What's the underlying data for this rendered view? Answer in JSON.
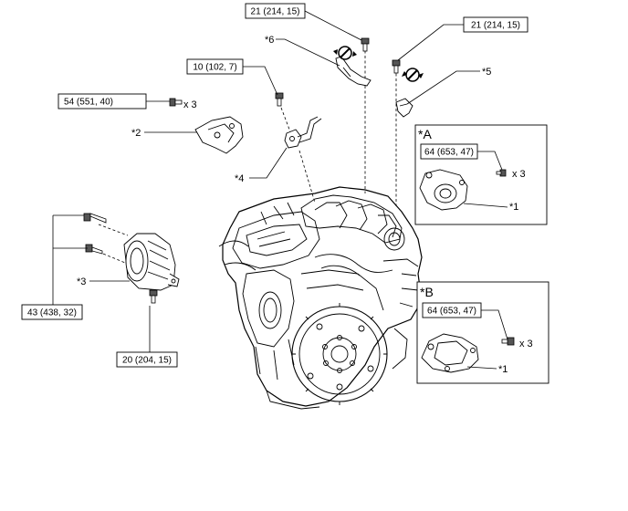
{
  "torque_specs": {
    "bolt_6": "21 (214, 15)",
    "bolt_5": "21 (214, 15)",
    "bolt_4": "10 (102, 7)",
    "bolt_2": "54 (551, 40)",
    "inset_a_bolt": "64 (653, 47)",
    "inset_b_bolt": "64 (653, 47)",
    "alternator_upper": "43 (438, 32)",
    "alternator_lower": "20 (204, 15)"
  },
  "callouts": {
    "p6": "*6",
    "p5": "*5",
    "p4": "*4",
    "p2": "*2",
    "p3": "*3",
    "inset_a_part": "*1",
    "inset_b_part": "*1"
  },
  "quantities": {
    "bolt_2": "x 3",
    "inset_a": "x 3",
    "inset_b": "x 3"
  },
  "insets": {
    "a_title": "*A",
    "b_title": "*B"
  },
  "icons": [
    "no-reuse-icon",
    "no-reuse-icon"
  ]
}
